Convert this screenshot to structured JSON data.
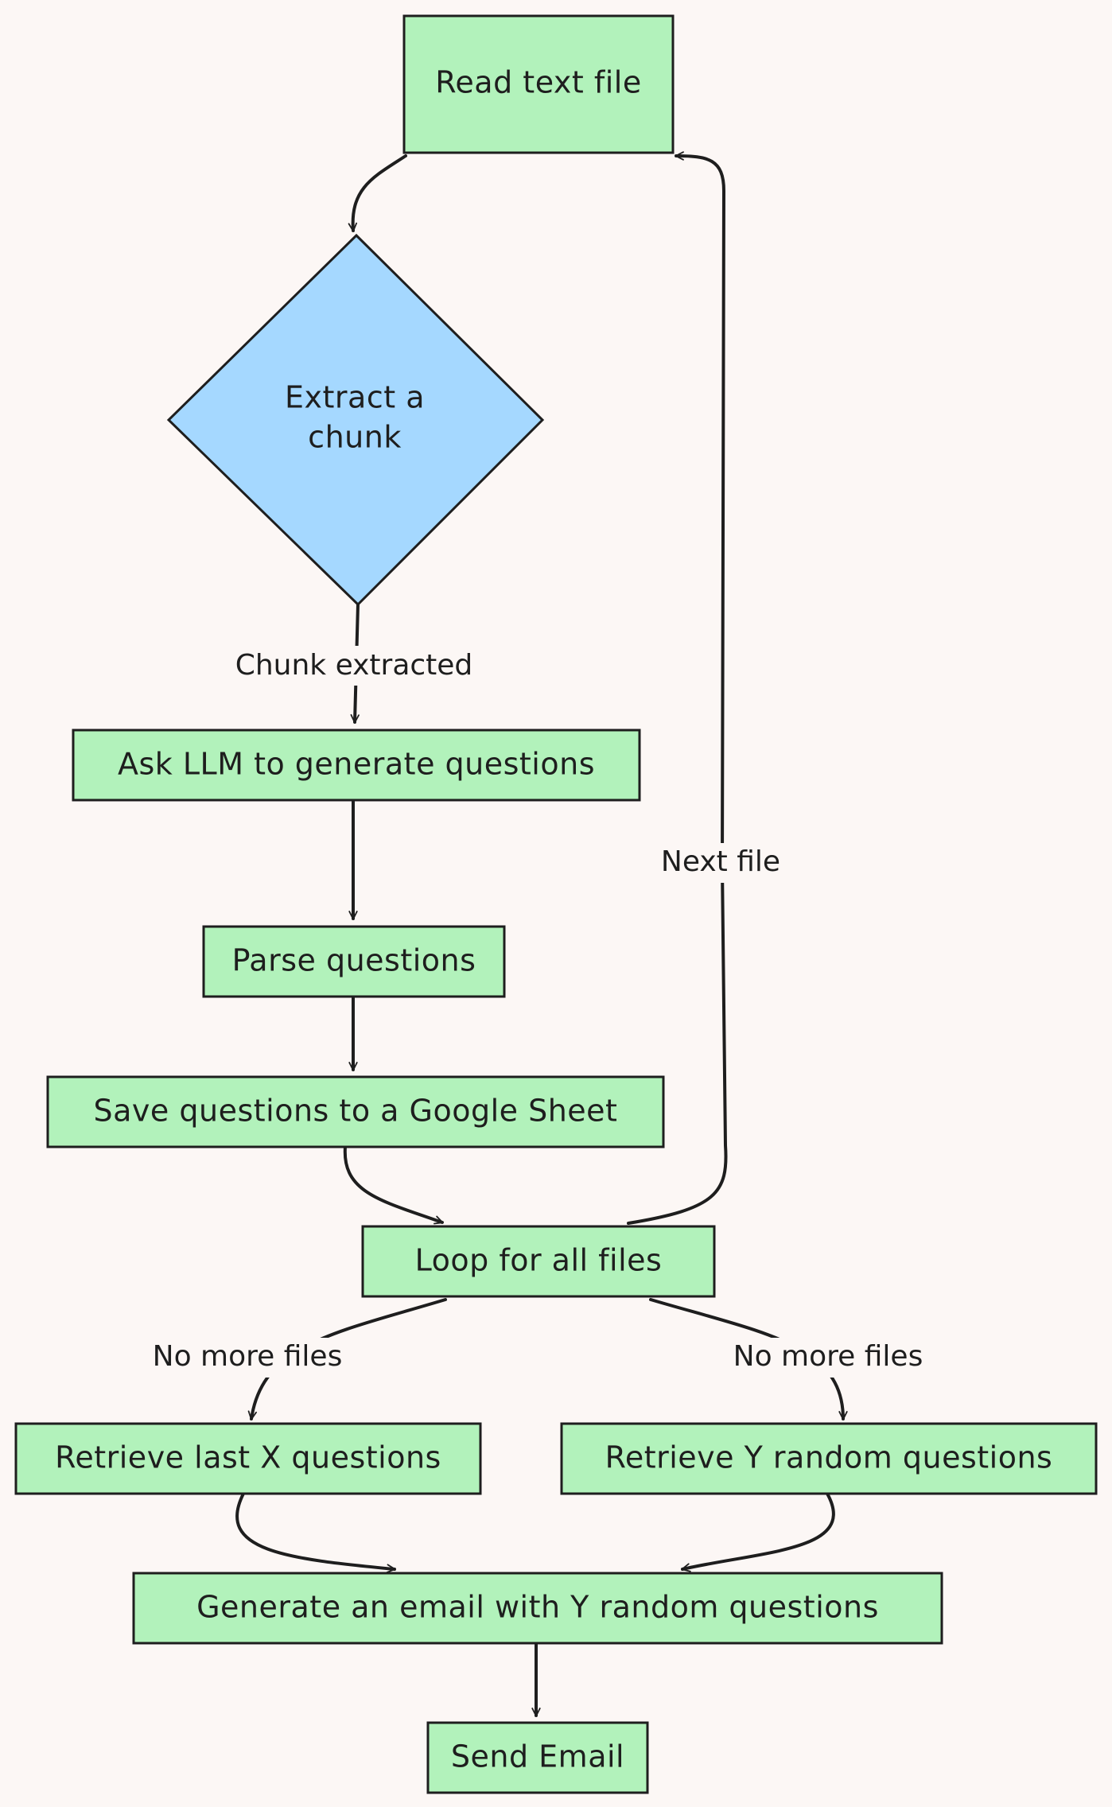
{
  "colors": {
    "background": "#fcf7f5",
    "process_fill": "#b2f2bb",
    "decision_fill": "#a5d8ff",
    "stroke": "#1e1e1e"
  },
  "nodes": {
    "read_text_file": {
      "label": "Read text file",
      "shape": "rect"
    },
    "extract_chunk": {
      "label_lines": [
        "Extract a",
        "chunk"
      ],
      "shape": "diamond"
    },
    "ask_llm": {
      "label": "Ask LLM to generate questions",
      "shape": "rect"
    },
    "parse_questions": {
      "label": "Parse questions",
      "shape": "rect"
    },
    "save_questions": {
      "label": "Save questions to a Google Sheet",
      "shape": "rect"
    },
    "loop_files": {
      "label": "Loop for all files",
      "shape": "rect"
    },
    "retrieve_last": {
      "label": "Retrieve last X questions",
      "shape": "rect"
    },
    "retrieve_random": {
      "label": "Retrieve Y random questions",
      "shape": "rect"
    },
    "generate_email": {
      "label": "Generate an email with Y random questions",
      "shape": "rect"
    },
    "send_email": {
      "label": "Send Email",
      "shape": "rect"
    }
  },
  "edges": [
    {
      "from": "read_text_file",
      "to": "extract_chunk",
      "label": ""
    },
    {
      "from": "extract_chunk",
      "to": "ask_llm",
      "label": "Chunk extracted"
    },
    {
      "from": "ask_llm",
      "to": "parse_questions",
      "label": ""
    },
    {
      "from": "parse_questions",
      "to": "save_questions",
      "label": ""
    },
    {
      "from": "save_questions",
      "to": "loop_files",
      "label": ""
    },
    {
      "from": "loop_files",
      "to": "read_text_file",
      "label": "Next file"
    },
    {
      "from": "loop_files",
      "to": "retrieve_last",
      "label": "No more files"
    },
    {
      "from": "loop_files",
      "to": "retrieve_random",
      "label": "No more files"
    },
    {
      "from": "retrieve_last",
      "to": "generate_email",
      "label": ""
    },
    {
      "from": "retrieve_random",
      "to": "generate_email",
      "label": ""
    },
    {
      "from": "generate_email",
      "to": "send_email",
      "label": ""
    }
  ]
}
